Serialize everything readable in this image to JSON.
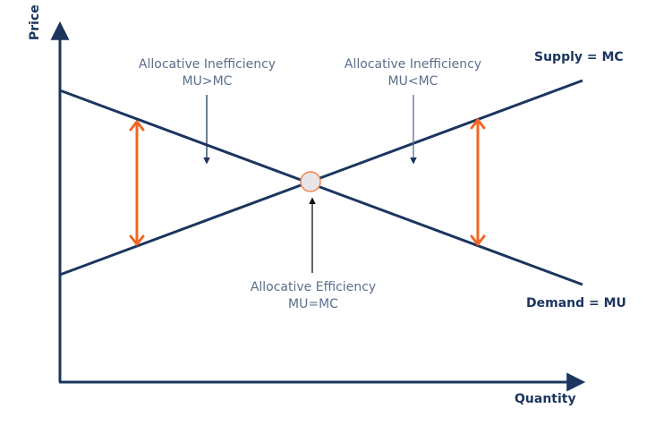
{
  "diagram": {
    "title": "Allocative Efficiency",
    "axes": {
      "x_label": "Quantity",
      "y_label": "Price"
    },
    "curves": {
      "supply": {
        "label": "Supply = MC",
        "slope": "upward"
      },
      "demand": {
        "label": "Demand = MU",
        "slope": "downward"
      }
    },
    "annotations": {
      "left": {
        "line1": "Allocative Inefficiency",
        "line2": "MU>MC"
      },
      "right": {
        "line1": "Allocative Inefficiency",
        "line2": "MU<MC"
      },
      "center": {
        "line1": "Allocative Efficiency",
        "line2": "MU=MC"
      }
    },
    "colors": {
      "curve": "#1b355f",
      "gap_arrow": "#f26522",
      "equilibrium_fill": "#e6e6e6",
      "equilibrium_stroke": "#f26522",
      "annotation_text": "#5b6f8c",
      "pointer": "#1b355f"
    }
  }
}
